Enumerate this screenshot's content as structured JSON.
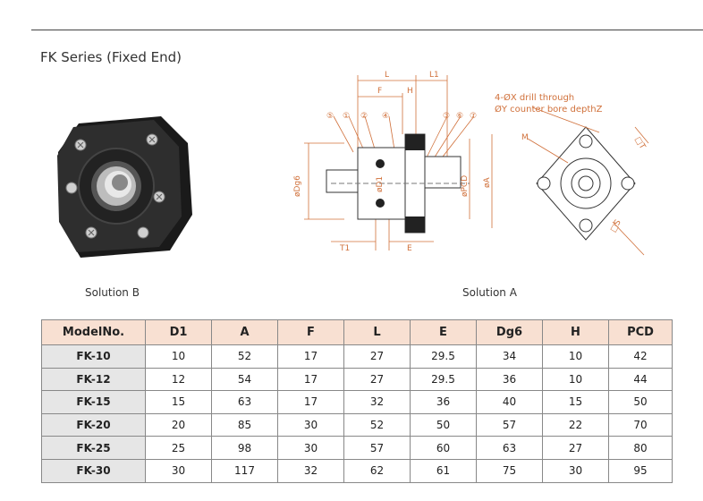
{
  "title": "FK Series (Fixed End)",
  "captions": {
    "left": "Solution B",
    "right": "Solution A"
  },
  "drawing": {
    "labels": {
      "L": "L",
      "L1": "L1",
      "F": "F",
      "H": "H",
      "T1": "T1",
      "E": "E",
      "Dg6": "øDg6",
      "D1": "øD1",
      "PCD": "øPCD",
      "A": "øA",
      "T": "□T",
      "S": "□S",
      "M": "M",
      "c1": "①",
      "c2": "②",
      "c3": "③",
      "c4": "④",
      "c5": "⑤",
      "c6": "⑥",
      "c7": "⑦"
    },
    "note_line1": "4-ØX drill through",
    "note_line2": "ØY counter bore depthZ"
  },
  "table": {
    "headers": [
      "ModelNo.",
      "D1",
      "A",
      "F",
      "L",
      "E",
      "Dg6",
      "H",
      "PCD"
    ],
    "rows": [
      [
        "FK-10",
        "10",
        "52",
        "17",
        "27",
        "29.5",
        "34",
        "10",
        "42"
      ],
      [
        "FK-12",
        "12",
        "54",
        "17",
        "27",
        "29.5",
        "36",
        "10",
        "44"
      ],
      [
        "FK-15",
        "15",
        "63",
        "17",
        "32",
        "36",
        "40",
        "15",
        "50"
      ],
      [
        "FK-20",
        "20",
        "85",
        "30",
        "52",
        "50",
        "57",
        "22",
        "70"
      ],
      [
        "FK-25",
        "25",
        "98",
        "30",
        "57",
        "60",
        "63",
        "27",
        "80"
      ],
      [
        "FK-30",
        "30",
        "117",
        "32",
        "62",
        "61",
        "75",
        "30",
        "95"
      ]
    ]
  },
  "colors": {
    "header_bg": "#f8e0d2",
    "model_bg": "#e6e6e6",
    "dimension": "#d0703a"
  }
}
